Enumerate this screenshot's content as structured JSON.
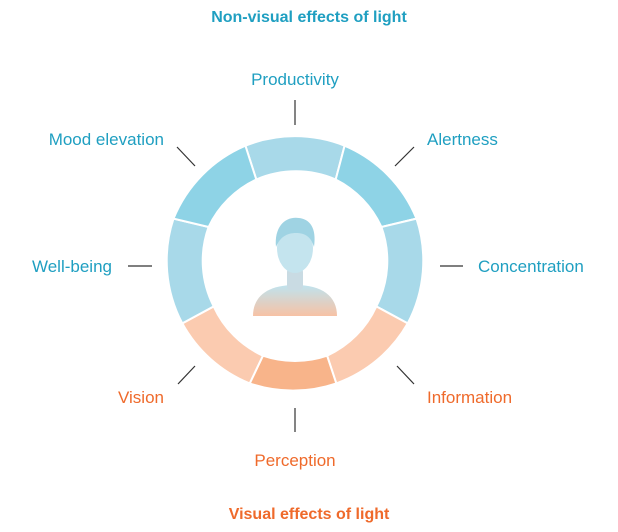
{
  "titles": {
    "non_visual": "Non-visual effects of light",
    "visual": "Visual effects of light"
  },
  "labels": {
    "productivity": "Productivity",
    "alertness": "Alertness",
    "concentration": "Concentration",
    "information": "Information",
    "perception": "Perception",
    "vision": "Vision",
    "well_being": "Well-being",
    "mood_elevation": "Mood elevation"
  },
  "center_icon": "person-icon",
  "colors": {
    "non_visual_text": "#1f9fc1",
    "visual_text": "#ef6a2b",
    "segment_blue_light": "#a8d9e9",
    "segment_blue_dark": "#8ed3e6",
    "segment_orange_light": "#fbcbb0",
    "segment_orange_dark": "#f8b48a"
  }
}
